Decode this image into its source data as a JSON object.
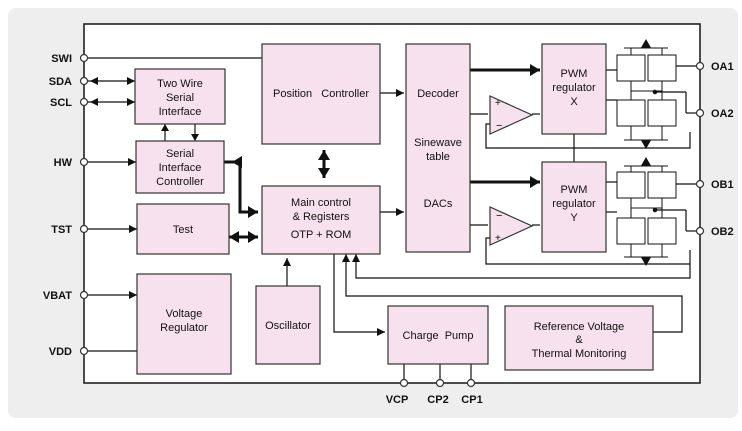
{
  "pins_left": [
    "SWI",
    "SDA",
    "SCL",
    "HW",
    "TST",
    "VBAT",
    "VDD"
  ],
  "pins_right": [
    "OA1",
    "OA2",
    "OB1",
    "OB2"
  ],
  "pins_bottom": [
    "VCP",
    "CP2",
    "CP1"
  ],
  "blocks": {
    "two_wire": [
      "Two Wire",
      "Serial",
      "Interface"
    ],
    "serial_ctrl": [
      "Serial",
      "Interface",
      "Controller"
    ],
    "test": [
      "Test"
    ],
    "voltage_reg": [
      "Voltage",
      "Regulator"
    ],
    "position_ctrl": [
      "Position   Controller"
    ],
    "main_ctrl": [
      "Main control",
      "& Registers",
      "OTP + ROM"
    ],
    "oscillator": [
      "Oscillator"
    ],
    "charge_pump": [
      "Charge  Pump"
    ],
    "decoder": [
      "Decoder"
    ],
    "sinewave": [
      "Sinewave",
      "table"
    ],
    "dacs": [
      "DACs"
    ],
    "pwm_x": [
      "PWM",
      "regulator",
      "X"
    ],
    "pwm_y": [
      "PWM",
      "regulator",
      "Y"
    ],
    "ref_voltage": [
      "Reference Voltage",
      "&",
      "Thermal Monitoring"
    ]
  },
  "colors": {
    "block_fill": "#f7e1ee",
    "panel": "#eeeeee",
    "line": "#111111"
  }
}
